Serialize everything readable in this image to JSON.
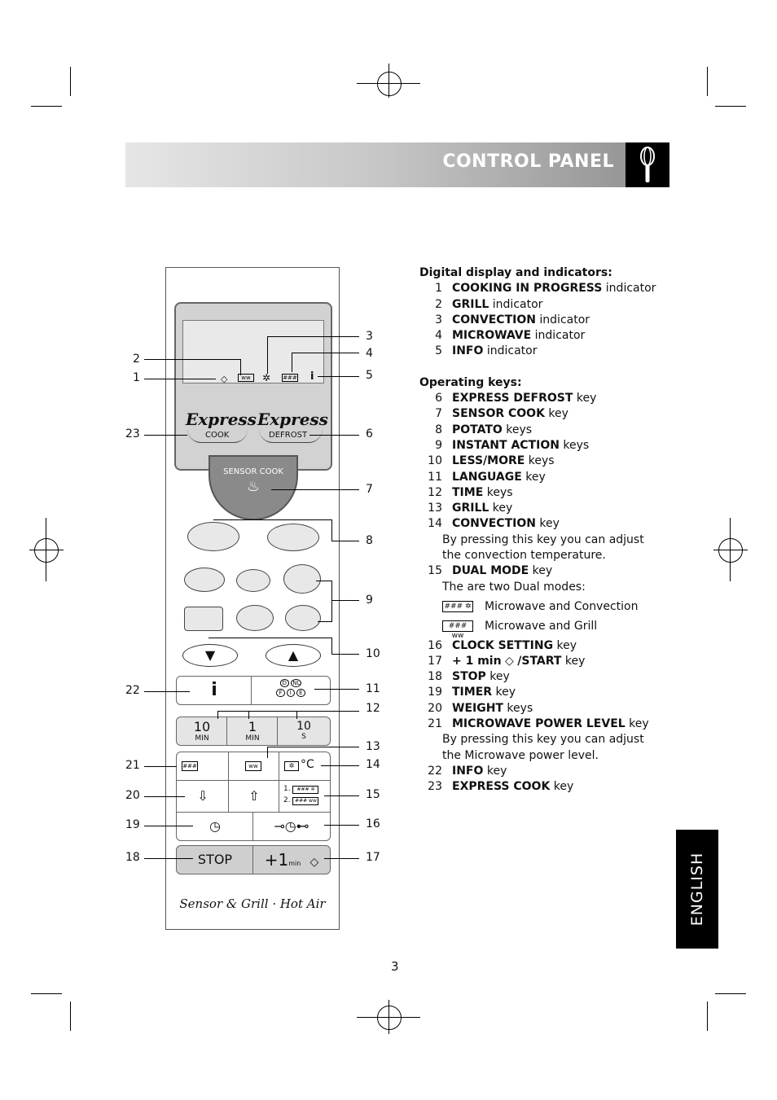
{
  "header": {
    "title": "CONTROL PANEL"
  },
  "panel": {
    "express_word": "Express",
    "cook_label": "COOK",
    "defrost_label": "DEFROST",
    "sensor_cook_label": "SENSOR COOK",
    "lang_codes": [
      "D",
      "NL",
      "F",
      "I",
      "E"
    ],
    "time_keys": [
      {
        "value": "10",
        "unit": "MIN"
      },
      {
        "value": "1",
        "unit": "MIN"
      },
      {
        "value": "10",
        "unit": "S"
      }
    ],
    "celsius": "°C",
    "dual_1": "1.",
    "dual_2": "2.",
    "stop_label": "STOP",
    "plus1_label": "+1",
    "plus1_sub": "min",
    "brand": "Sensor & Grill · Hot Air"
  },
  "callouts": [
    "1",
    "2",
    "3",
    "4",
    "5",
    "6",
    "7",
    "8",
    "9",
    "10",
    "11",
    "12",
    "13",
    "14",
    "15",
    "16",
    "17",
    "18",
    "19",
    "20",
    "21",
    "22",
    "23"
  ],
  "sections": {
    "display_heading": "Digital display and indicators:",
    "display_items": [
      {
        "n": "1",
        "bold": "COOKING IN PROGRESS",
        "rest": " indicator"
      },
      {
        "n": "2",
        "bold": "GRILL",
        "rest": " indicator"
      },
      {
        "n": "3",
        "bold": "CONVECTION",
        "rest": " indicator"
      },
      {
        "n": "4",
        "bold": "MICROWAVE",
        "rest": " indicator"
      },
      {
        "n": "5",
        "bold": "INFO",
        "rest": " indicator"
      }
    ],
    "keys_heading": "Operating keys:",
    "key_items": [
      {
        "n": "6",
        "bold": "EXPRESS DEFROST",
        "rest": " key"
      },
      {
        "n": "7",
        "bold": "SENSOR COOK",
        "rest": " key"
      },
      {
        "n": "8",
        "bold": "POTATO",
        "rest": " keys"
      },
      {
        "n": "9",
        "bold": "INSTANT ACTION",
        "rest": " keys"
      },
      {
        "n": "10",
        "bold": "LESS/MORE",
        "rest": " keys"
      },
      {
        "n": "11",
        "bold": "LANGUAGE",
        "rest": " key"
      },
      {
        "n": "12",
        "bold": "TIME",
        "rest": " keys"
      },
      {
        "n": "13",
        "bold": "GRILL",
        "rest": " key"
      },
      {
        "n": "14",
        "bold": "CONVECTION",
        "rest": " key"
      }
    ],
    "convection_note": "By pressing this key you can adjust the convection temperature.",
    "dual_item": {
      "n": "15",
      "bold": "DUAL MODE",
      "rest": " key"
    },
    "dual_note": "The are two Dual modes:",
    "dual_modes": [
      "Microwave and Convection",
      "Microwave and Grill"
    ],
    "key_items_2": [
      {
        "n": "16",
        "bold": "CLOCK SETTING",
        "rest": " key"
      },
      {
        "n": "17",
        "bold": "+ 1 min",
        "bold2": "/START",
        "rest": " key"
      },
      {
        "n": "18",
        "bold": "STOP",
        "rest": " key"
      },
      {
        "n": "19",
        "bold": "TIMER",
        "rest": " key"
      },
      {
        "n": "20",
        "bold": "WEIGHT",
        "rest": " keys"
      },
      {
        "n": "21",
        "bold": "MICROWAVE POWER LEVEL",
        "rest": " key"
      }
    ],
    "power_note": "By pressing this key you can adjust the Microwave power level.",
    "key_items_3": [
      {
        "n": "22",
        "bold": "INFO",
        "rest": " key"
      },
      {
        "n": "23",
        "bold": "EXPRESS COOK",
        "rest": " key"
      }
    ]
  },
  "language_tab": "ENGLISH",
  "page_number": "3"
}
